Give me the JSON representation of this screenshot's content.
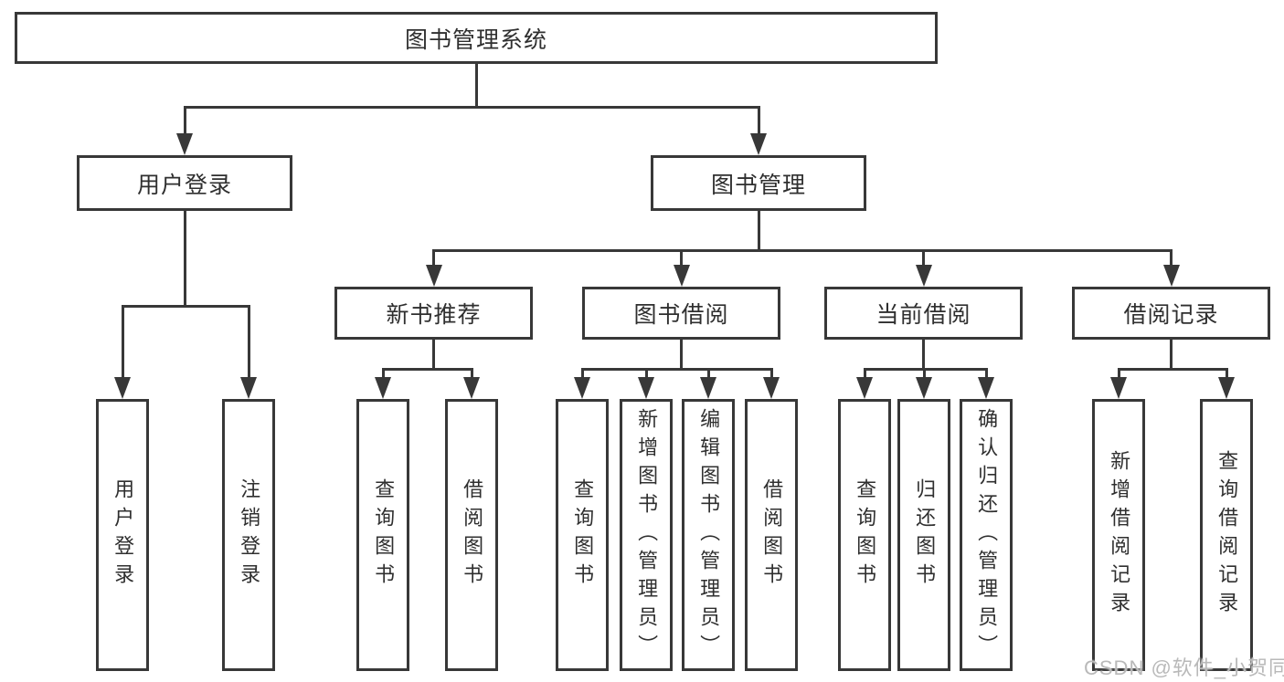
{
  "tree": {
    "root": "图书管理系统",
    "branches": [
      {
        "label": "用户登录",
        "children": [
          "用户登录",
          "注销登录"
        ]
      },
      {
        "label": "图书管理",
        "children": [
          {
            "label": "新书推荐",
            "children": [
              "查询图书",
              "借阅图书"
            ]
          },
          {
            "label": "图书借阅",
            "children": [
              "查询图书",
              "新增图书（管理员）",
              "编辑图书（管理员）",
              "借阅图书"
            ]
          },
          {
            "label": "当前借阅",
            "children": [
              "查询图书",
              "归还图书",
              "确认归还（管理员）"
            ]
          },
          {
            "label": "借阅记录",
            "children": [
              "新增借阅记录",
              "查询借阅记录"
            ]
          }
        ]
      }
    ]
  },
  "watermark": {
    "text": "CSDN @软件_小贺同学"
  },
  "colors": {
    "line": "#383838",
    "text": "#2f2f2f",
    "watermark": "#b9b9b9",
    "background": "#ffffff"
  }
}
